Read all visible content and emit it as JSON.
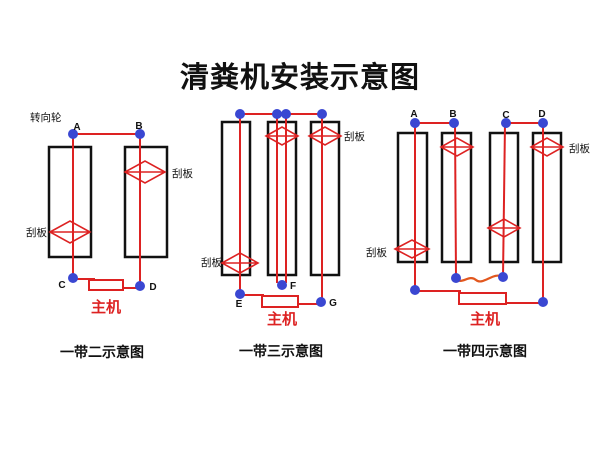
{
  "title": "清粪机安装示意图",
  "colors": {
    "cable_red": "#dd2222",
    "wheel_dot_blue": "#3a47d2",
    "rope_orange_red": "#e2571e",
    "outline_black": "#111111",
    "background": "#ffffff"
  },
  "diagrams": {
    "two": {
      "caption": "一带二示意图",
      "steering_wheel": "转向轮",
      "scraper_left": "刮板",
      "scraper_right": "刮板",
      "host": "主机",
      "point_a": "A",
      "point_b": "B",
      "point_c": "C",
      "point_d": "D"
    },
    "three": {
      "caption": "一带三示意图",
      "scraper_left": "刮板",
      "scraper_right": "刮板",
      "host": "主机",
      "point_e": "E",
      "point_f": "F",
      "point_g": "G"
    },
    "four": {
      "caption": "一带四示意图",
      "scraper_left": "刮板",
      "scraper_right": "刮板",
      "host": "主机",
      "point_a": "A",
      "point_b": "B",
      "point_c": "C",
      "point_d": "D"
    }
  }
}
